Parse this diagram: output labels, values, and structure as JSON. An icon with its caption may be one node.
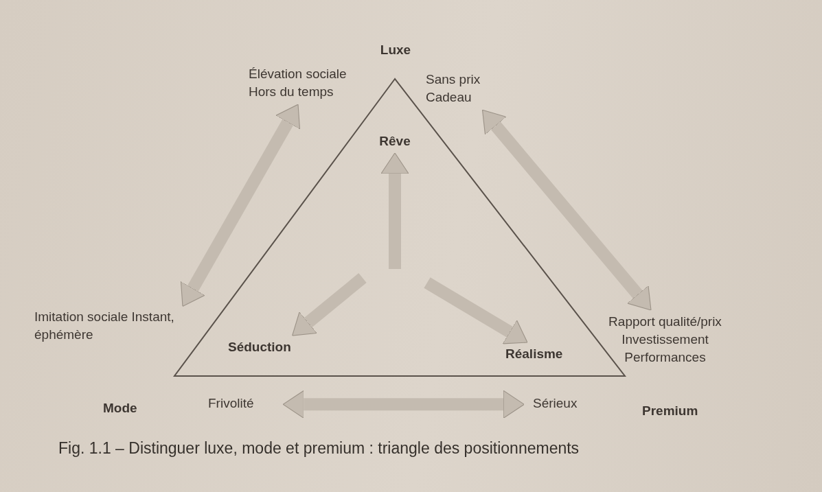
{
  "diagram": {
    "caption": "Fig. 1.1 – Distinguer luxe, mode et premium : triangle des positionnements",
    "nodes": [
      {
        "text": [
          "Luxe"
        ]
      },
      {
        "text": [
          "Élévation sociale Hors du temps"
        ]
      },
      {
        "text": [
          "Sans prix Cadeau"
        ]
      },
      {
        "text": [],
        "shape": "triangle"
      },
      {
        "text": [
          "Rêve"
        ],
        "in": 3
      },
      {
        "text": [
          "Imitation sociale Instant, éphémère"
        ]
      },
      {
        "text": [
          "Séduction"
        ],
        "in": 3
      },
      {
        "text": [
          "Réalisme"
        ],
        "in": 3
      },
      {
        "text": [
          "Rapport qualité/prix Investissement Performances"
        ]
      },
      {
        "text": [
          "Mode"
        ]
      },
      {
        "text": [
          "Frivolité"
        ]
      },
      {
        "text": [
          "Sérieux"
        ]
      },
      {
        "text": [
          "Premium"
        ]
      }
    ],
    "edges": [
      {
        "from": null,
        "to": 4,
        "arrow": "to"
      },
      {
        "from": null,
        "to": 6,
        "arrow": "to"
      },
      {
        "from": null,
        "to": 7,
        "arrow": "to"
      },
      {
        "from": 5,
        "to": 1,
        "arrow": "both"
      },
      {
        "from": 2,
        "to": 8,
        "arrow": "both"
      },
      {
        "from": 10,
        "to": 11,
        "arrow": "both"
      }
    ]
  }
}
